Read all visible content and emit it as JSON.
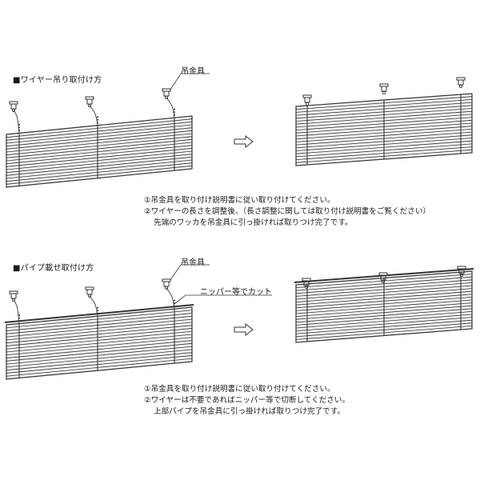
{
  "section1": {
    "heading": "■ワイヤー吊り取付け方",
    "callout_label": "吊金具",
    "step_icon": "arrow-right-icon",
    "instructions": [
      "①吊金具を取り付け説明書に従い取り付けてください。",
      "②ワイヤーの長さを調整後、（長さ調整に関しては取り付け説明書をご覧ください）",
      "先端のワッカを吊金具に引っ掛ければ取りつけ完了です。"
    ]
  },
  "section2": {
    "heading": "■パイプ載せ取付け方",
    "callout_label": "吊金具",
    "cut_label": "ニッパー等でカット",
    "step_icon": "arrow-right-icon",
    "instructions": [
      "①吊金具を取り付け説明書に従い取り付けてください。",
      "②ワイヤーは不要であればニッパー等で切断してください。",
      "上部パイプを吊金具に引っ掛ければ取りつけ完了です。"
    ]
  },
  "colors": {
    "line": "#333333",
    "slat_fill": "#f4f4f4",
    "background": "#ffffff"
  }
}
